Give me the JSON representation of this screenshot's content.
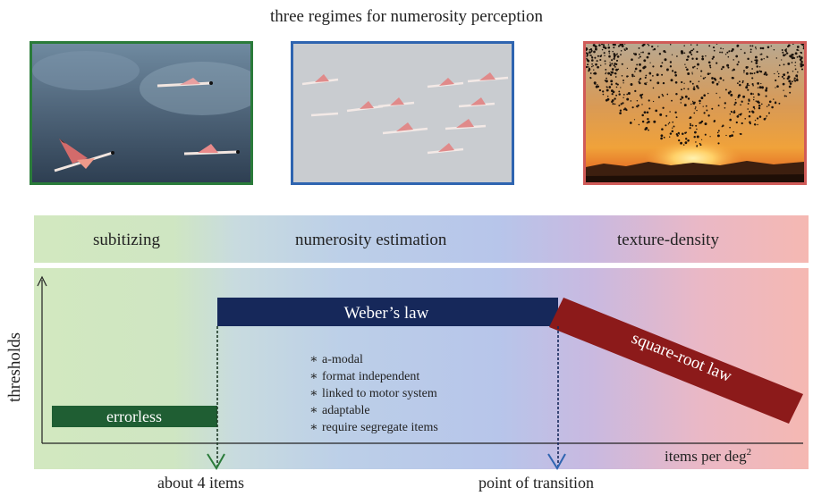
{
  "title": "three regimes for numerosity perception",
  "photos": [
    {
      "name": "few flamingos",
      "border": "#2a7b3a"
    },
    {
      "name": "flock of flamingos",
      "border": "#2e64b0"
    },
    {
      "name": "starling murmuration at sunset",
      "border": "#d05b58"
    }
  ],
  "regimes": {
    "subitizing": "subitizing",
    "numerosity": "numerosity estimation",
    "texture": "texture-density"
  },
  "axes": {
    "ylabel": "thresholds",
    "xlabel": "items per deg",
    "xlabel_sup": "2"
  },
  "segments": {
    "errorless": "errorless",
    "weber": "Weber’s law",
    "sqrt": "square-root law"
  },
  "properties": [
    "a-modal",
    "format independent",
    "linked to motor system",
    "adaptable",
    "require segregate items"
  ],
  "bullet_glyph": "∗",
  "markers": {
    "four_items": "about 4 items",
    "transition": "point of transition"
  },
  "colors": {
    "errorless": "#1f5e33",
    "weber": "#16285a",
    "sqrt": "#8c1a1a",
    "green": "#2a7b3a",
    "blue": "#2e64b0",
    "red": "#d05b58"
  }
}
